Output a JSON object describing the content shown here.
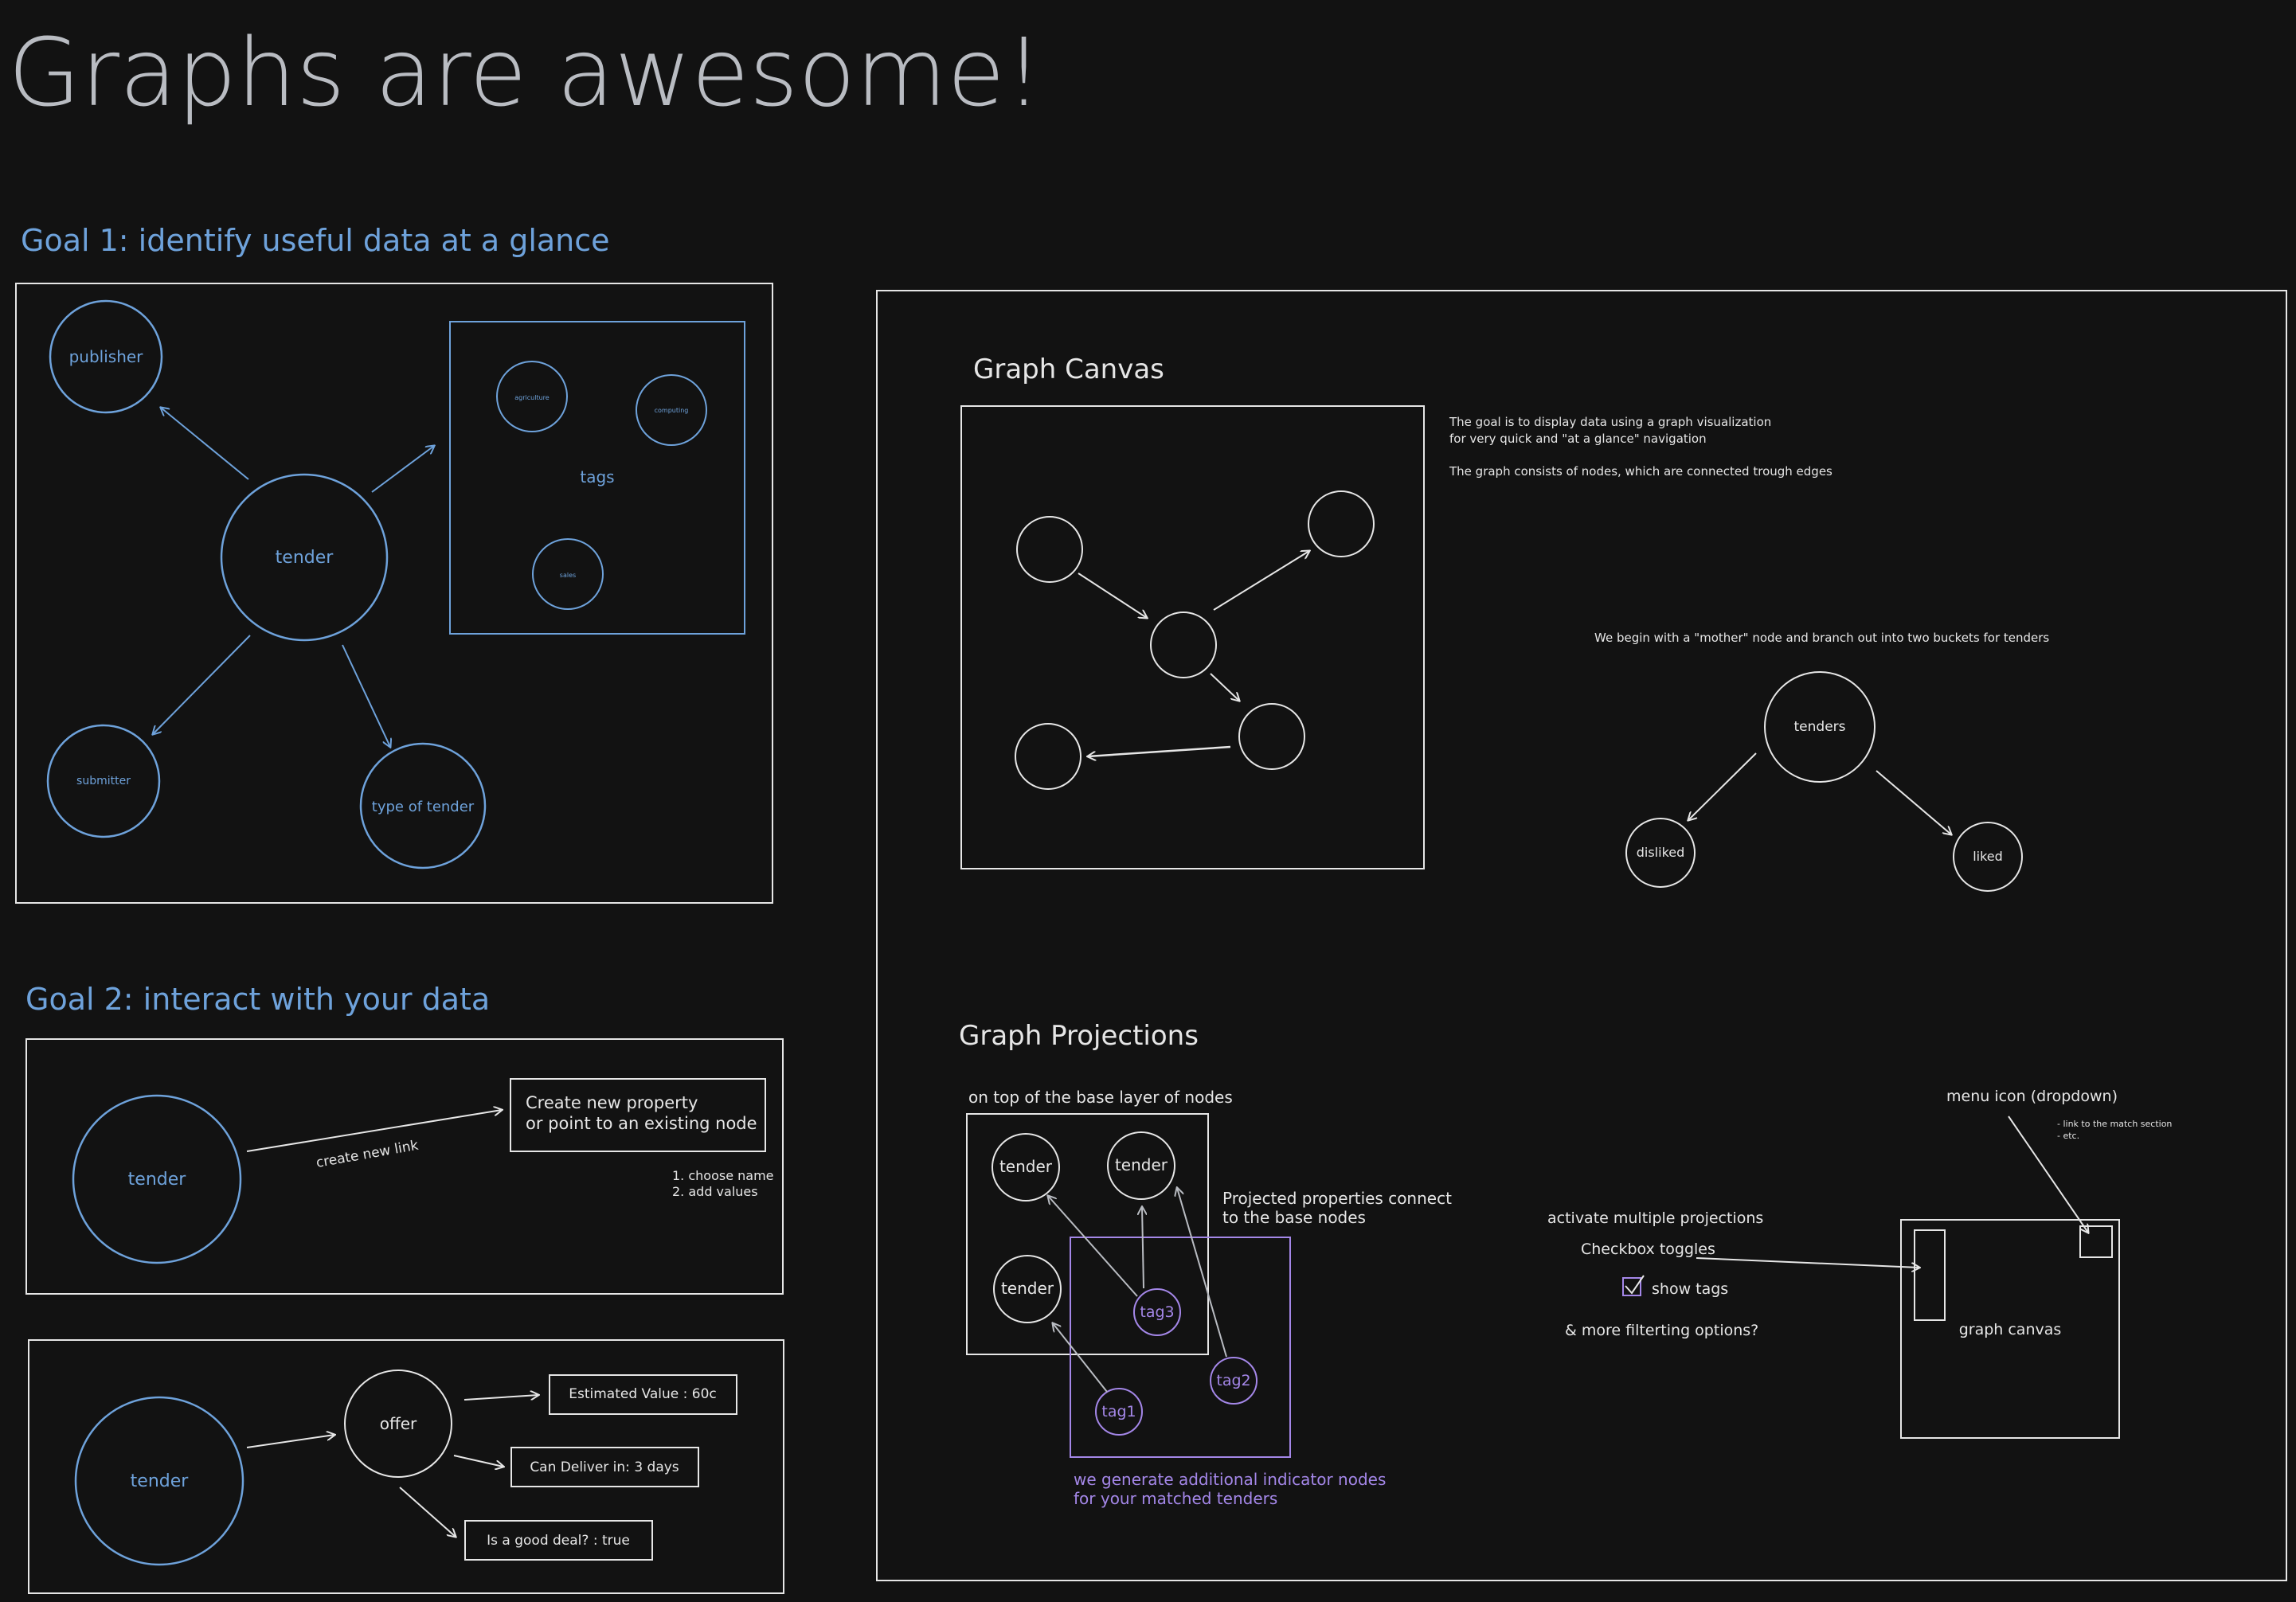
{
  "title": "Graphs are awesome!",
  "colors": {
    "background": "#121212",
    "white": "#e6e6e6",
    "grey": "#b9bcc2",
    "blue": "#6ea2db",
    "purple": "#a487e8"
  },
  "goal1": {
    "heading": "Goal 1: identify useful data at a glance",
    "nodes": {
      "publisher": "publisher",
      "tender": "tender",
      "submitter": "submitter",
      "type": "type of tender",
      "tags_label": "tags",
      "tag_a": "agriculture",
      "tag_b": "computing",
      "tag_c": "sales"
    }
  },
  "goal2": {
    "heading": "Goal 2: interact with your data",
    "panel1": {
      "node": "tender",
      "link_label": "create new link",
      "box_line1": "Create new property",
      "box_line2": "or point to an existing node",
      "step1": "1. choose name",
      "step2": "2. add values"
    },
    "panel2": {
      "node": "tender",
      "offer": "offer",
      "prop1": "Estimated Value : 60c",
      "prop2": "Can Deliver in: 3 days",
      "prop3": "Is a good deal? : true"
    }
  },
  "canvas_section": {
    "heading": "Graph Canvas",
    "note1": "The goal is to display data using a graph visualization",
    "note2": "for very quick and \"at a glance\" navigation",
    "note3": "The graph consists of nodes, which are connected trough edges",
    "mother_note": "We begin with a \"mother\" node and branch out into two buckets for tenders",
    "tenders": "tenders",
    "disliked": "disliked",
    "liked": "liked"
  },
  "projections": {
    "heading": "Graph Projections",
    "subheading": "on top of the base layer of nodes",
    "tender1": "tender",
    "tender2": "tender",
    "tender3": "tender",
    "tag1": "tag1",
    "tag2": "tag2",
    "tag3": "tag3",
    "projected_note1": "Projected properties connect",
    "projected_note2": "to the base nodes",
    "generate_note1": "we generate additional indicator nodes",
    "generate_note2": "for your matched tenders",
    "activate": "activate multiple projections",
    "checkbox_toggles": "Checkbox toggles",
    "show_tags": "show tags",
    "more_filter": "& more filterting options?",
    "menu_icon": "menu icon (dropdown)",
    "menu_sub1": "- link to the match section",
    "menu_sub2": "- etc.",
    "graph_canvas": "graph canvas"
  }
}
